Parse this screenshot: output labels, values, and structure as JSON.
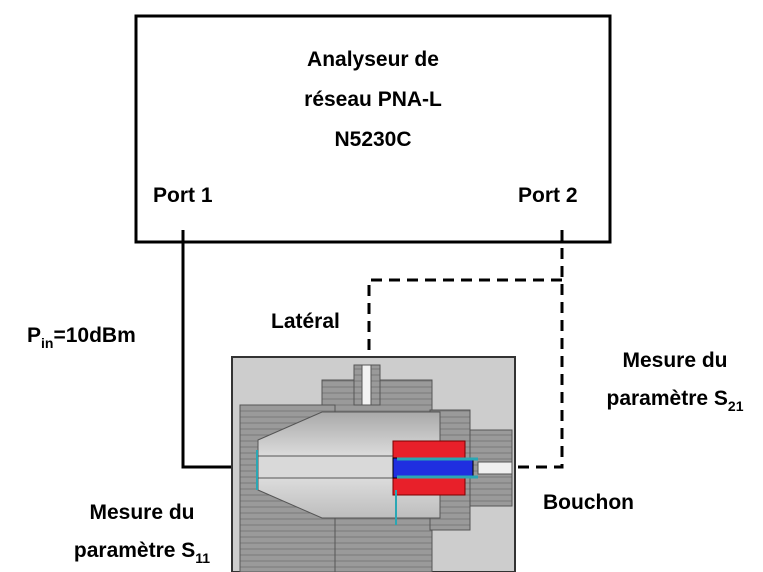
{
  "analyzer": {
    "line1": "Analyseur de",
    "line2": "réseau PNA-L",
    "line3": "N5230C",
    "port1": "Port 1",
    "port2": "Port 2"
  },
  "labels": {
    "pin_main": "P",
    "pin_sub": "in",
    "pin_value": "=10dBm",
    "lateral": "Latéral",
    "s21_line1": "Mesure du",
    "s21_line2": "paramètre S",
    "s21_sub": "21",
    "s11_line1": "Mesure du",
    "s11_line2": "paramètre S",
    "s11_sub": "11",
    "bouchon": "Bouchon"
  },
  "colors": {
    "line": "#000000",
    "device_bg": "#c9c9c9",
    "metal": "#8f8f8f",
    "red": "#e8202a",
    "blue": "#1f2fe0",
    "cyan": "#2aa7b4"
  }
}
